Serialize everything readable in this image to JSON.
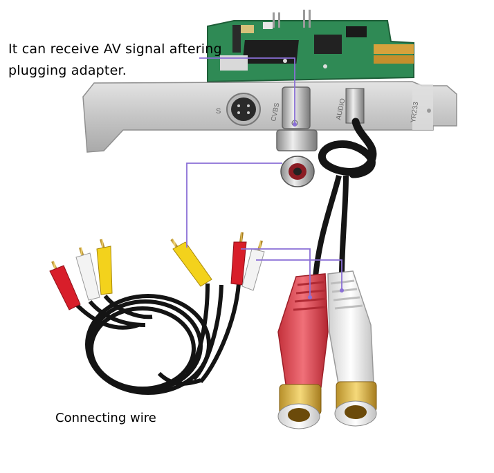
{
  "annotations": {
    "receive_line1": "It can receive AV signal aftering",
    "receive_line2": "plugging adapter.",
    "connecting_wire": "Connecting wire"
  },
  "bracket_labels": {
    "s_port": "S",
    "cvbs_port": "CVBS",
    "audio_port": "AUDIO",
    "model": "YR233"
  },
  "colors": {
    "pcb_green": "#2e8b57",
    "bracket_silver": "#c9c9c9",
    "rca_red": "#d81e2a",
    "rca_white": "#f1f1f1",
    "rca_yellow": "#f3d21c",
    "adapter_red": "#e6555f",
    "adapter_white": "#ececec",
    "pointer_line": "#8a6fd6"
  }
}
